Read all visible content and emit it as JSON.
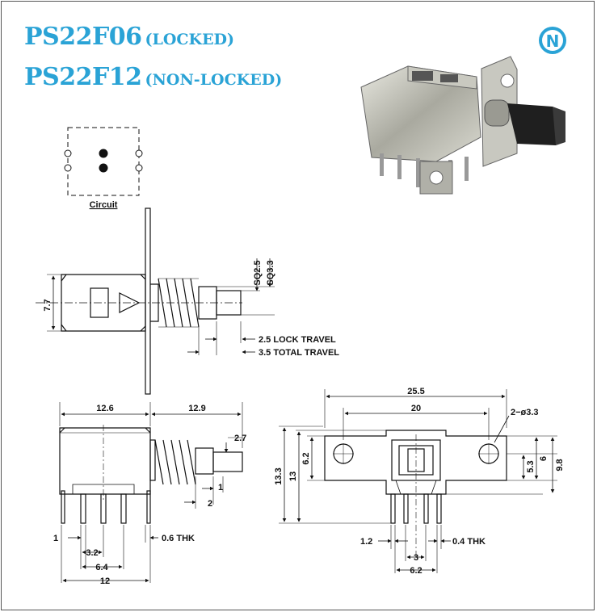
{
  "titles": {
    "line1_model": "PS22F06",
    "line1_variant": "(LOCKED)",
    "line2_model": "PS22F12",
    "line2_variant": "(NON-LOCKED)"
  },
  "logo": {
    "letter": "N",
    "color": "#2aa3d6"
  },
  "circuit": {
    "label": "Circuit"
  },
  "side_view": {
    "height_label": "7.7",
    "sq_small": "SQ2.5",
    "sq_large": "SQ3.3",
    "lock_travel": "2.5 LOCK TRAVEL",
    "total_travel": "3.5 TOTAL TRAVEL"
  },
  "front_view": {
    "body_width": "12.6",
    "shaft_length": "12.9",
    "button_len": "2.7",
    "d1": "1",
    "d2": "2",
    "pin_w": "1",
    "thk": "0.6 THK",
    "pitch1": "3.2",
    "pitch2": "6.4",
    "total": "12"
  },
  "end_view": {
    "overall_width": "25.5",
    "hole_pitch": "20",
    "holes": "2−ø3.3",
    "h_total": "13.3",
    "h13": "13",
    "h62": "6.2",
    "r53": "5.3",
    "r6": "6",
    "r98": "9.8",
    "pin_w": "1.2",
    "thk": "0.4 THK",
    "pin_pitch": "3",
    "pin_span": "6.2"
  }
}
